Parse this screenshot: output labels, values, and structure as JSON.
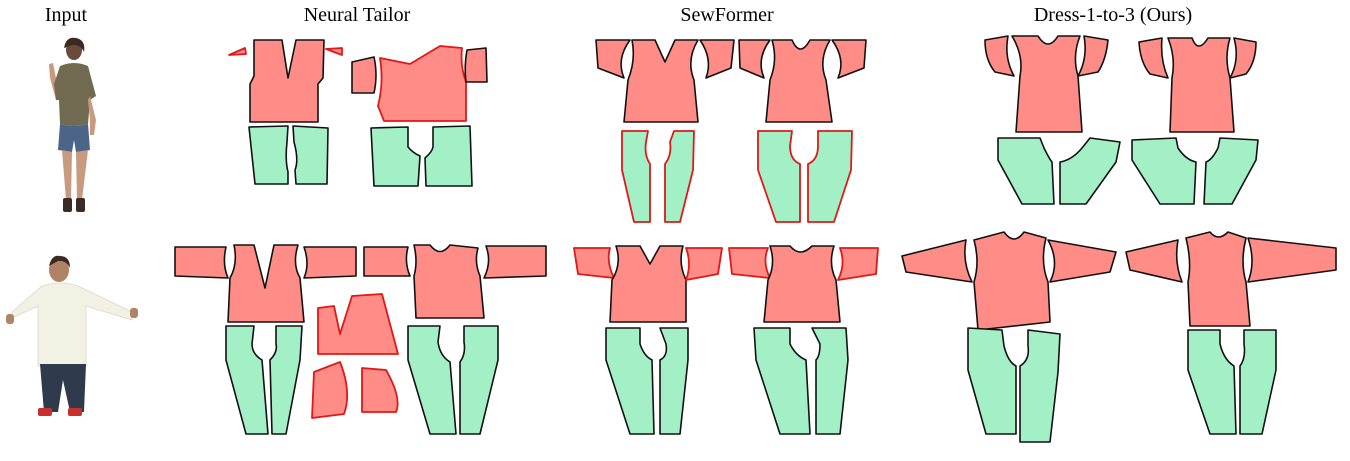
{
  "columns": {
    "input": "Input",
    "neural_tailor": "Neural Tailor",
    "sewformer": "SewFormer",
    "ours": "Dress-1-to-3 (Ours)"
  },
  "colors": {
    "top_garment": "#ff8c86",
    "bottom_garment": "#a4f0c6",
    "outline": "#111111",
    "error_outline": "#e01818"
  },
  "rows": [
    {
      "subject": "person-tshirt-shorts"
    },
    {
      "subject": "person-longsleeve-jeans"
    }
  ]
}
